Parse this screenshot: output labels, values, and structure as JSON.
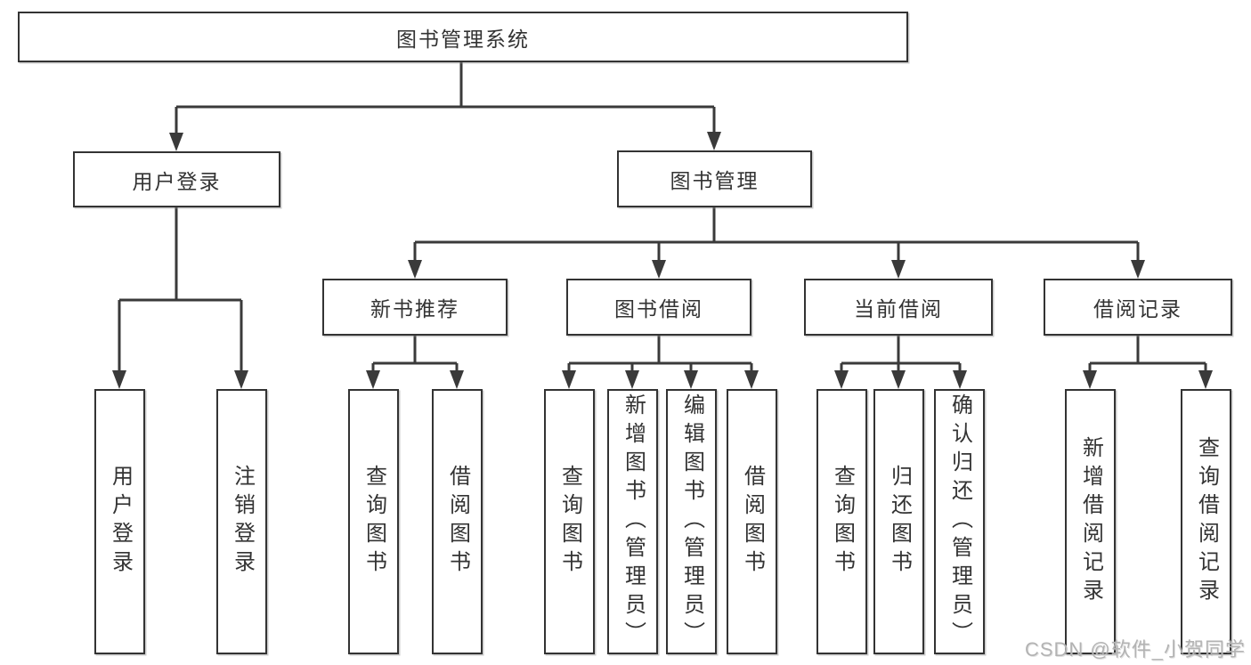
{
  "colors": {
    "line": "#3a3a3a",
    "border": "#333333",
    "box_fill": "#ffffff",
    "text": "#333333",
    "watermark": "#b3b3b3"
  },
  "watermark": "CSDN @软件_小贺同学",
  "tree": {
    "root": {
      "label": "图书管理系统"
    },
    "branches": [
      {
        "label": "用户登录",
        "leaves": [
          "用户登录",
          "注销登录"
        ]
      },
      {
        "label": "图书管理",
        "children": [
          {
            "label": "新书推荐",
            "leaves": [
              "查询图书",
              "借阅图书"
            ]
          },
          {
            "label": "图书借阅",
            "leaves": [
              "查询图书",
              "新增图书（管理员）",
              "编辑图书（管理员）",
              "借阅图书"
            ]
          },
          {
            "label": "当前借阅",
            "leaves": [
              "查询图书",
              "归还图书",
              "确认归还（管理员）"
            ]
          },
          {
            "label": "借阅记录",
            "leaves": [
              "新增借阅记录",
              "查询借阅记录"
            ]
          }
        ]
      }
    ]
  }
}
